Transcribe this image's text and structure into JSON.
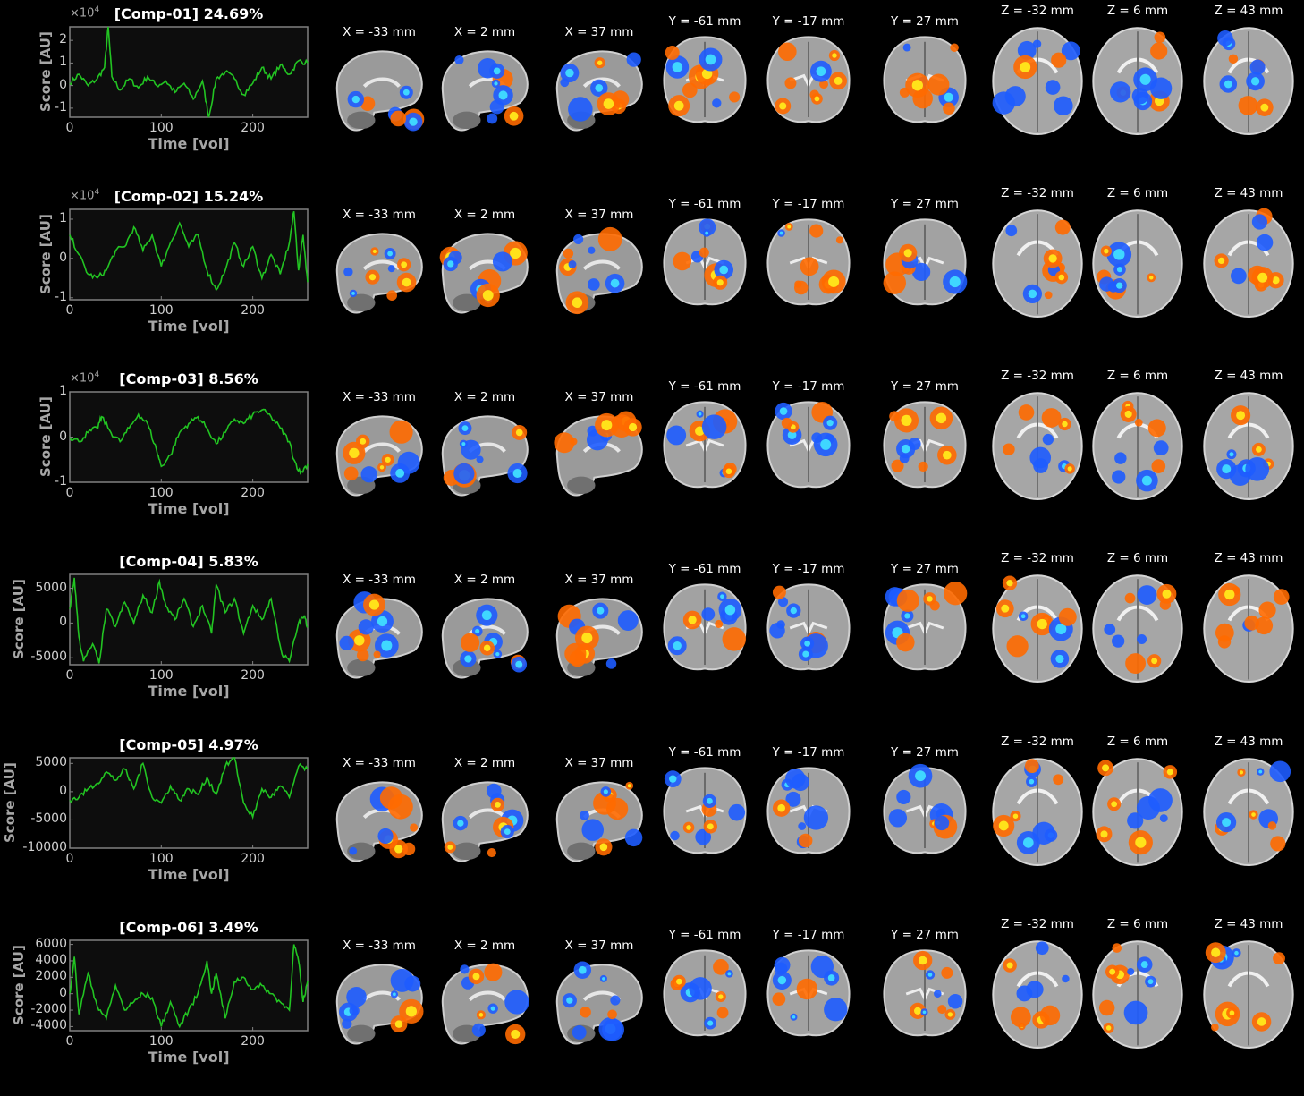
{
  "units": {
    "x": "Time [vol]",
    "y": "Score [AU]"
  },
  "slice_labels": {
    "sagittal": [
      "X = -33 mm",
      "X = 2 mm",
      "X = 37 mm"
    ],
    "coronal": [
      "Y = -61 mm",
      "Y = -17 mm",
      "Y = 27 mm"
    ],
    "axial": [
      "Z = -32 mm",
      "Z = 6 mm",
      "Z = 43 mm"
    ]
  },
  "colors": {
    "trace": "#22c422",
    "axes": "#808080",
    "background": "#000000",
    "plot_bg": "#0d0d0d",
    "pos_map": "#ff6a00",
    "pos_peak": "#ffe21a",
    "neg_map": "#1e5cff",
    "neg_peak": "#3fd7ff"
  },
  "chart_data": [
    {
      "type": "line",
      "title": "[Comp-01] 24.69%",
      "exponent": "×10",
      "exponent_power": "4",
      "xlabel": "Time [vol]",
      "ylabel": "Score [AU]",
      "xlim": [
        0,
        260
      ],
      "ylim": [
        -1.4,
        2.6
      ],
      "xticks": [
        0,
        100,
        200
      ],
      "yticks": [
        -1,
        0,
        1,
        2
      ],
      "x": [
        0,
        10,
        20,
        30,
        38,
        42,
        46,
        55,
        65,
        75,
        85,
        95,
        105,
        115,
        125,
        135,
        145,
        152,
        160,
        170,
        180,
        190,
        200,
        210,
        220,
        230,
        240,
        250,
        260
      ],
      "y": [
        0.1,
        0.5,
        0,
        0.3,
        0.8,
        2.6,
        0.4,
        -0.2,
        0.3,
        -0.1,
        0.4,
        0,
        0.2,
        -0.3,
        0.1,
        -0.6,
        0.2,
        -1.4,
        0.3,
        0.6,
        0.3,
        -0.4,
        0.1,
        0.8,
        0.3,
        0.9,
        0.5,
        1.1,
        1.0
      ]
    },
    {
      "type": "line",
      "title": "[Comp-02] 15.24%",
      "exponent": "×10",
      "exponent_power": "4",
      "xlabel": "Time [vol]",
      "ylabel": "Score [AU]",
      "xlim": [
        0,
        260
      ],
      "ylim": [
        -1.05,
        1.25
      ],
      "xticks": [
        0,
        100,
        200
      ],
      "yticks": [
        -1,
        0,
        1
      ],
      "x": [
        0,
        10,
        20,
        30,
        40,
        50,
        60,
        70,
        80,
        90,
        100,
        110,
        120,
        130,
        140,
        150,
        160,
        170,
        180,
        190,
        200,
        210,
        220,
        230,
        240,
        245,
        250,
        255,
        260
      ],
      "y": [
        0.6,
        0.1,
        -0.4,
        -0.5,
        -0.3,
        0.2,
        0.3,
        0.8,
        0.2,
        0.6,
        -0.2,
        0.4,
        0.9,
        0.3,
        0.6,
        -0.3,
        -0.8,
        -0.3,
        0.4,
        -0.2,
        0.3,
        -0.5,
        0.1,
        -0.4,
        0.4,
        1.2,
        -0.3,
        0.6,
        -0.6
      ]
    },
    {
      "type": "line",
      "title": "[Comp-03] 8.56%",
      "exponent": "×10",
      "exponent_power": "4",
      "xlabel": "Time [vol]",
      "ylabel": "Score [AU]",
      "xlim": [
        0,
        260
      ],
      "ylim": [
        -1,
        1
      ],
      "xticks": [
        0,
        100,
        200
      ],
      "yticks": [
        -1,
        0,
        1
      ],
      "x": [
        0,
        10,
        20,
        30,
        35,
        45,
        55,
        65,
        75,
        85,
        95,
        100,
        110,
        120,
        130,
        140,
        150,
        160,
        170,
        180,
        190,
        200,
        210,
        220,
        230,
        240,
        245,
        252,
        260
      ],
      "y": [
        0,
        -0.1,
        0.1,
        0.2,
        0.45,
        0.1,
        -0.1,
        0.2,
        0.5,
        0.3,
        -0.3,
        -0.65,
        -0.4,
        0.1,
        0.3,
        0.45,
        0.2,
        -0.15,
        0.1,
        0.4,
        0.3,
        0.5,
        0.6,
        0.45,
        0.2,
        -0.1,
        -0.5,
        -0.8,
        -0.6
      ]
    },
    {
      "type": "line",
      "title": "[Comp-04] 5.83%",
      "xlabel": "Time [vol]",
      "ylabel": "Score [AU]",
      "xlim": [
        0,
        260
      ],
      "ylim": [
        -6000,
        7000
      ],
      "xticks": [
        0,
        100,
        200
      ],
      "yticks": [
        -5000,
        0,
        5000
      ],
      "x": [
        0,
        5,
        10,
        15,
        25,
        32,
        40,
        50,
        60,
        70,
        80,
        90,
        98,
        105,
        115,
        125,
        135,
        145,
        155,
        160,
        170,
        180,
        190,
        200,
        210,
        220,
        232,
        240,
        250,
        256,
        260
      ],
      "y": [
        2000,
        6500,
        -2000,
        -5500,
        -3000,
        -5800,
        2000,
        -500,
        3000,
        0,
        4000,
        1500,
        6000,
        2500,
        500,
        3500,
        -500,
        2500,
        -1500,
        5500,
        1500,
        3500,
        -1500,
        2500,
        500,
        3500,
        -4500,
        -5500,
        0,
        1000,
        -500
      ]
    },
    {
      "type": "line",
      "title": "[Comp-05] 4.97%",
      "xlabel": "Time [vol]",
      "ylabel": "Score [AU]",
      "xlim": [
        0,
        260
      ],
      "ylim": [
        -10000,
        6000
      ],
      "xticks": [
        0,
        100,
        200
      ],
      "yticks": [
        -10000,
        -5000,
        0,
        5000
      ],
      "x": [
        0,
        10,
        20,
        30,
        40,
        50,
        60,
        70,
        80,
        90,
        100,
        110,
        120,
        130,
        140,
        150,
        160,
        170,
        180,
        190,
        200,
        210,
        220,
        230,
        240,
        250,
        260
      ],
      "y": [
        -1500,
        -1000,
        500,
        1500,
        3500,
        2000,
        4000,
        500,
        5000,
        -1000,
        -2000,
        1000,
        -1500,
        500,
        -500,
        2500,
        -500,
        4500,
        6000,
        -2000,
        -4500,
        500,
        -1000,
        1000,
        -1000,
        4500,
        4000
      ]
    },
    {
      "type": "line",
      "title": "[Comp-06] 3.49%",
      "xlabel": "Time [vol]",
      "ylabel": "Score [AU]",
      "xlim": [
        0,
        260
      ],
      "ylim": [
        -4500,
        6500
      ],
      "xticks": [
        0,
        100,
        200
      ],
      "yticks": [
        -4000,
        -2000,
        0,
        2000,
        4000,
        6000
      ],
      "x": [
        0,
        5,
        10,
        20,
        30,
        40,
        50,
        60,
        70,
        80,
        90,
        100,
        110,
        120,
        130,
        140,
        150,
        155,
        160,
        170,
        180,
        190,
        200,
        210,
        220,
        230,
        240,
        245,
        250,
        255,
        260
      ],
      "y": [
        0,
        4500,
        -2500,
        2500,
        -1500,
        -3000,
        1000,
        -2000,
        -1000,
        0,
        -500,
        -4000,
        -1000,
        -4000,
        -2000,
        0,
        4000,
        0,
        2500,
        -3000,
        1500,
        2000,
        500,
        1000,
        0,
        -1000,
        -2000,
        6000,
        4000,
        -1000,
        1500
      ]
    }
  ]
}
